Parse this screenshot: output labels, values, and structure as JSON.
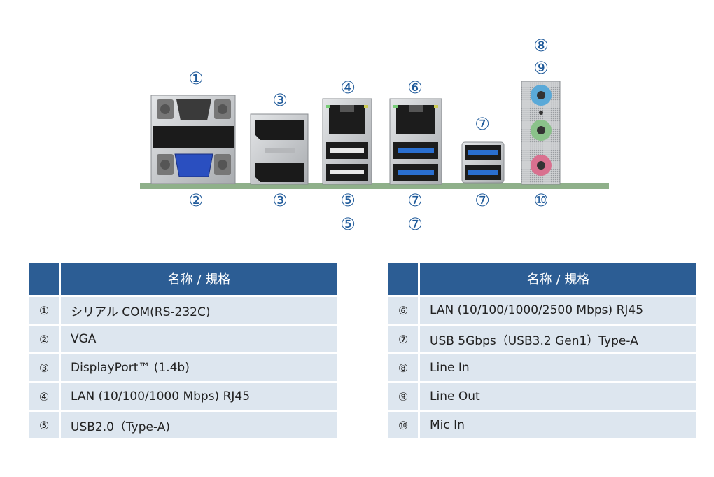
{
  "diagram": {
    "markers": {
      "serial": "①",
      "vga": "②",
      "dp_top": "③",
      "dp_bottom": "③",
      "lan1": "④",
      "usb2_a": "⑤",
      "usb2_b": "⑤",
      "lan2": "⑥",
      "usb3_a": "⑦",
      "usb3_b": "⑦",
      "usb3_c": "⑦",
      "usb3_d": "⑦",
      "line_in": "⑧",
      "line_out": "⑨",
      "mic_in": "⑩"
    },
    "colors": {
      "marker": "#1f5a9a",
      "pcb": "#8fb08a",
      "metal": "#c8cacc",
      "usb3_blue": "#2a6fd0",
      "vga_blue": "#2a4fc0",
      "audio_blue": "#5aa9d8",
      "audio_green": "#8ac28a",
      "audio_pink": "#d9708f"
    }
  },
  "table_left": {
    "header": "名称 / 規格",
    "rows": [
      {
        "idx": "①",
        "name": "シリアル COM(RS-232C)"
      },
      {
        "idx": "②",
        "name": "VGA"
      },
      {
        "idx": "③",
        "name": "DisplayPort™ (1.4b)"
      },
      {
        "idx": "④",
        "name": "LAN (10/100/1000 Mbps) RJ45"
      },
      {
        "idx": "⑤",
        "name": "USB2.0（Type-A)"
      }
    ]
  },
  "table_right": {
    "header": "名称 / 規格",
    "rows": [
      {
        "idx": "⑥",
        "name": "LAN (10/100/1000/2500 Mbps) RJ45"
      },
      {
        "idx": "⑦",
        "name": "USB 5Gbps（USB3.2 Gen1）Type-A"
      },
      {
        "idx": "⑧",
        "name": "Line In"
      },
      {
        "idx": "⑨",
        "name": "Line Out"
      },
      {
        "idx": "⑩",
        "name": "Mic In"
      }
    ]
  }
}
